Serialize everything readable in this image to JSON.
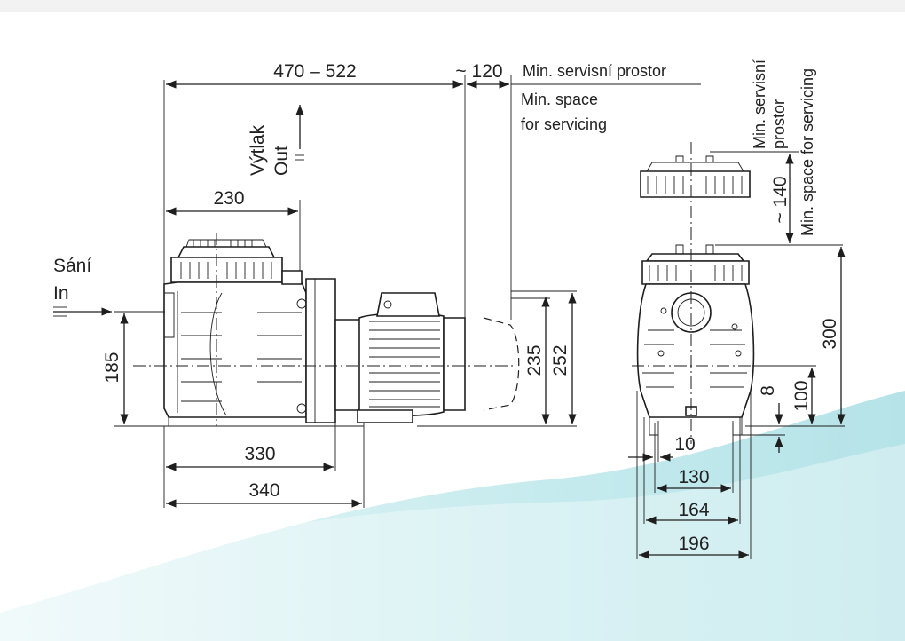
{
  "dimensions": {
    "overall_length": "470 – 522",
    "service_clearance_top": "~ 120",
    "outlet_distance": "230",
    "inlet_height": "185",
    "base_330": "330",
    "base_340": "340",
    "height_235": "235",
    "height_252": "252",
    "height_300": "300",
    "service_clearance_side": "~ 140",
    "height_100": "100",
    "offset_8": "8",
    "width_10": "10",
    "width_130": "130",
    "width_164": "164",
    "width_196": "196"
  },
  "labels": {
    "service_cz": "Min. servisní prostor",
    "service_en_line1": "Min. space",
    "service_en_line2": "for servicing",
    "outlet_cz": "Výtlak",
    "outlet_en": "Out",
    "inlet_cz": "Sání",
    "inlet_en": "In",
    "vert_service_cz_line1": "Min. servisní",
    "vert_service_cz_line2": "prostor",
    "vert_service_en": "Min. space for servicing"
  },
  "colors": {
    "background_wave": "#cfeef0",
    "line": "#1e1e1e"
  }
}
